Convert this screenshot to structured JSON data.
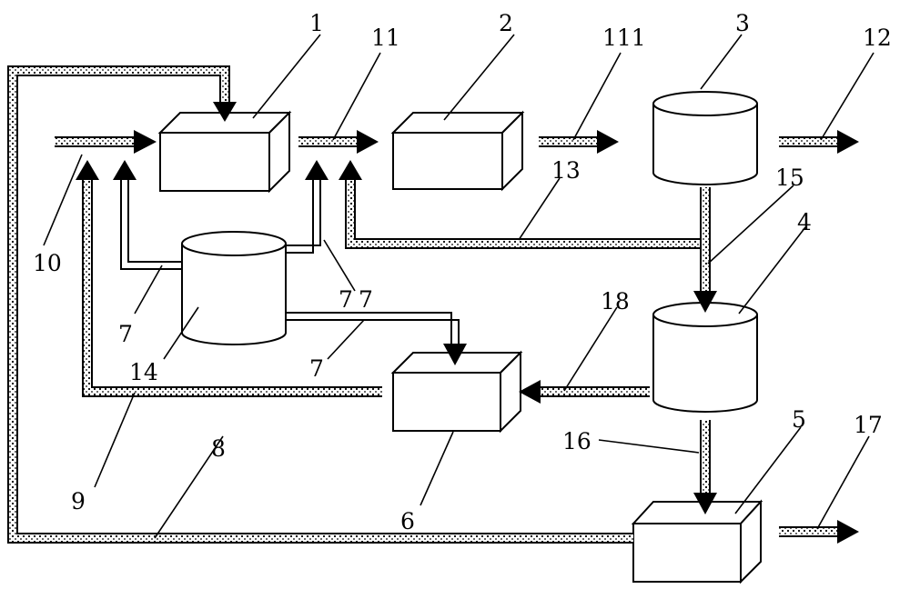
{
  "labels": {
    "n1": "1",
    "n2": "2",
    "n3": "3",
    "n4": "4",
    "n5": "5",
    "n6": "6",
    "n7a": "7",
    "n7b": "7",
    "n7c": "7",
    "n7d": "7",
    "n8": "8",
    "n9": "9",
    "n10": "10",
    "n11": "11",
    "n111": "111",
    "n12": "12",
    "n13": "13",
    "n14": "14",
    "n15": "15",
    "n16": "16",
    "n17": "17",
    "n18": "18"
  },
  "colors": {
    "line": "#000000",
    "pipe_fill": "#ffffff",
    "dots": "#000000"
  }
}
